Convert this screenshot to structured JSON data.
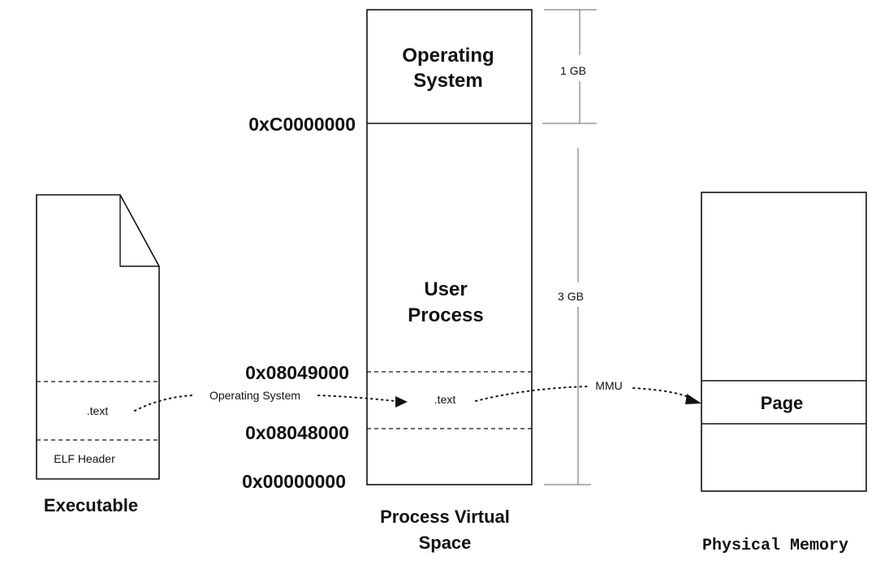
{
  "executable": {
    "caption": "Executable",
    "sections": {
      "text": ".text",
      "elf_header": "ELF Header"
    }
  },
  "virtual_space": {
    "caption_line1": "Process Virtual",
    "caption_line2": "Space",
    "os_line1": "Operating",
    "os_line2": "System",
    "user_line1": "User",
    "user_line2": "Process",
    "text_section": ".text",
    "addresses": {
      "kernel_base": "0xC0000000",
      "text_end": "0x08049000",
      "text_start": "0x08048000",
      "zero": "0x00000000"
    },
    "sizes": {
      "upper": "1 GB",
      "lower": "3 GB"
    }
  },
  "physical_memory": {
    "caption": "Physical Memory",
    "page": "Page"
  },
  "mapping_labels": {
    "load": "Operating System",
    "translate": "MMU"
  }
}
